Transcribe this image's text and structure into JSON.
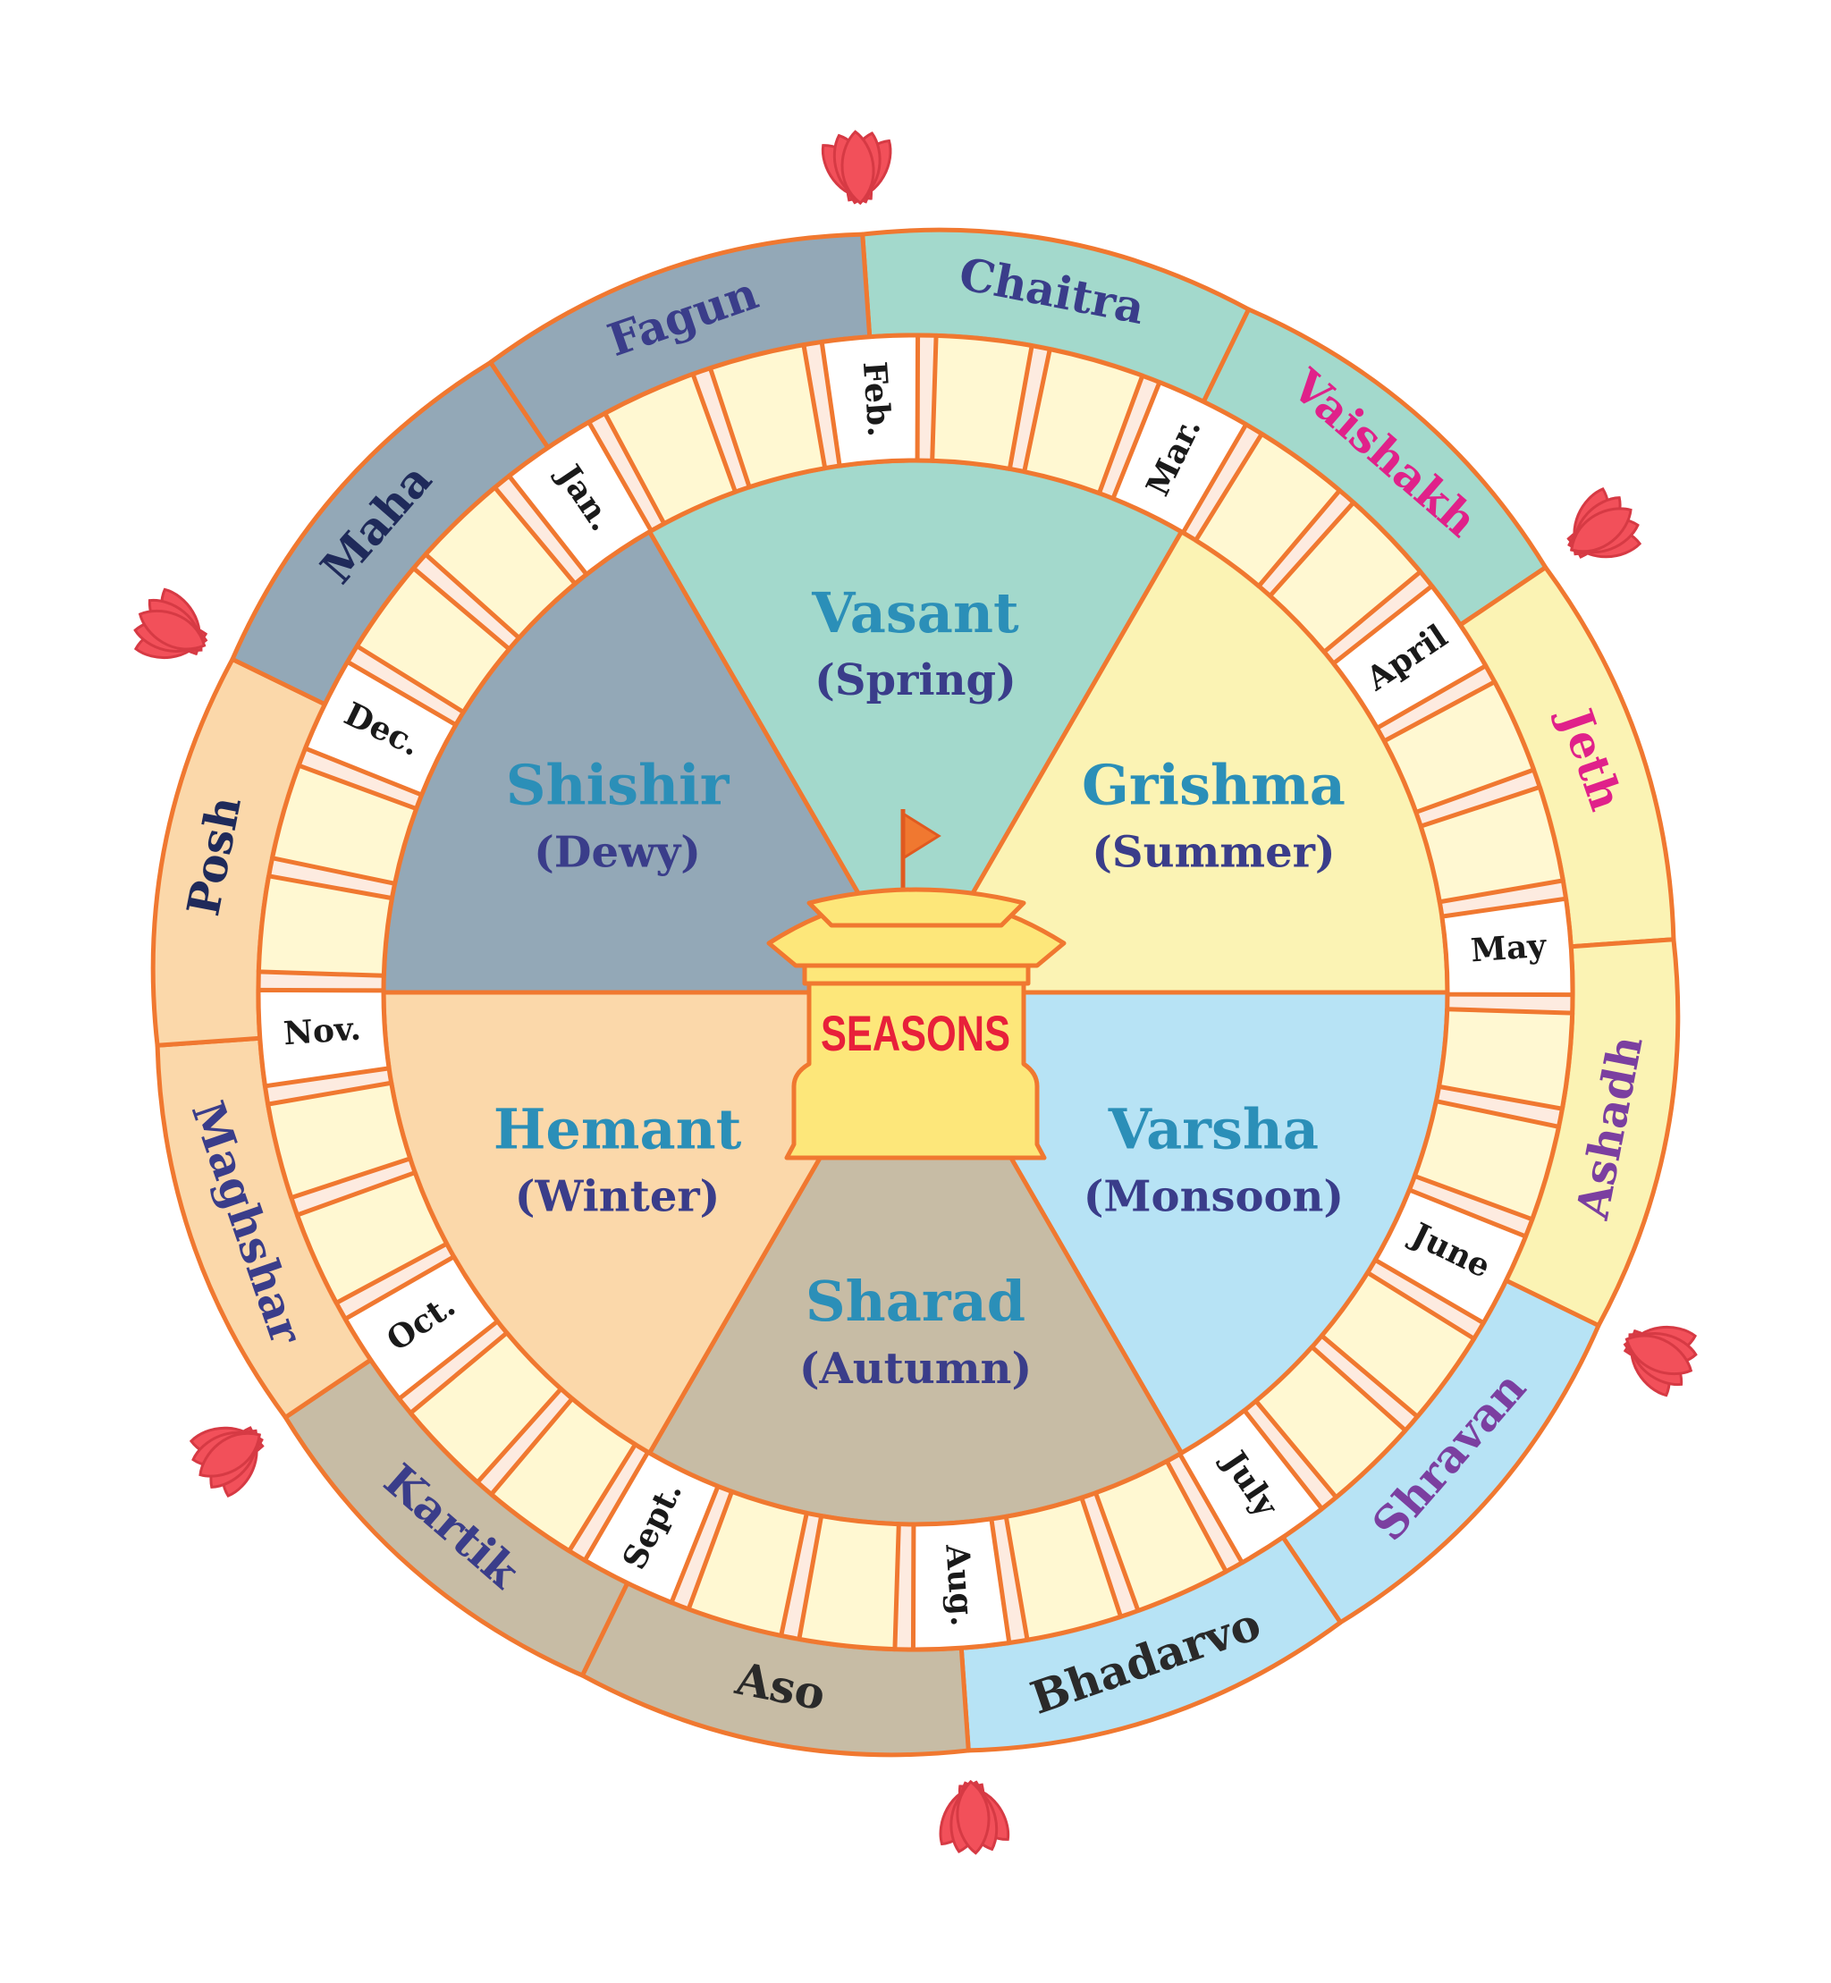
{
  "center_label": "SEASONS",
  "seasons": [
    {
      "name": "Vasant",
      "english": "(Spring)",
      "fill": "#a3d9cc"
    },
    {
      "name": "Grishma",
      "english": "(Summer)",
      "fill": "#fbf3b4"
    },
    {
      "name": "Varsha",
      "english": "(Monsoon)",
      "fill": "#b7e3f5"
    },
    {
      "name": "Sharad",
      "english": "(Autumn)",
      "fill": "#c7bca5"
    },
    {
      "name": "Hemant",
      "english": "(Winter)",
      "fill": "#fbd8aa"
    },
    {
      "name": "Shishir",
      "english": "(Dewy)",
      "fill": "#93a8b7"
    }
  ],
  "indian_months": [
    {
      "name": "Chaitra",
      "color": "#3a3d8a"
    },
    {
      "name": "Vaishakh",
      "color": "#e0218a"
    },
    {
      "name": "Jeth",
      "color": "#e0218a"
    },
    {
      "name": "Ashadh",
      "color": "#7b3fa0"
    },
    {
      "name": "Shravan",
      "color": "#7b3fa0"
    },
    {
      "name": "Bhadarvo",
      "color": "#2a2a2a"
    },
    {
      "name": "Aso",
      "color": "#2a2a2a"
    },
    {
      "name": "Kartik",
      "color": "#3a3d8a"
    },
    {
      "name": "Maghshar",
      "color": "#3a3d8a"
    },
    {
      "name": "Posh",
      "color": "#1f2a5a"
    },
    {
      "name": "Maha",
      "color": "#1f2a5a"
    },
    {
      "name": "Fagun",
      "color": "#3a3d8a"
    }
  ],
  "gregorian_months": [
    "Mar.",
    "April",
    "May",
    "June",
    "July",
    "Aug.",
    "Sept.",
    "Oct.",
    "Nov.",
    "Dec.",
    "Jan.",
    "Feb."
  ],
  "colors": {
    "stroke": "#f07830",
    "tooth": "#fff8d2",
    "month_tile": "#ffffff",
    "temple": "#fde77a",
    "lotus": "#f2505a"
  },
  "icons": [
    "temple-icon",
    "flag-icon",
    "lotus-icon"
  ]
}
